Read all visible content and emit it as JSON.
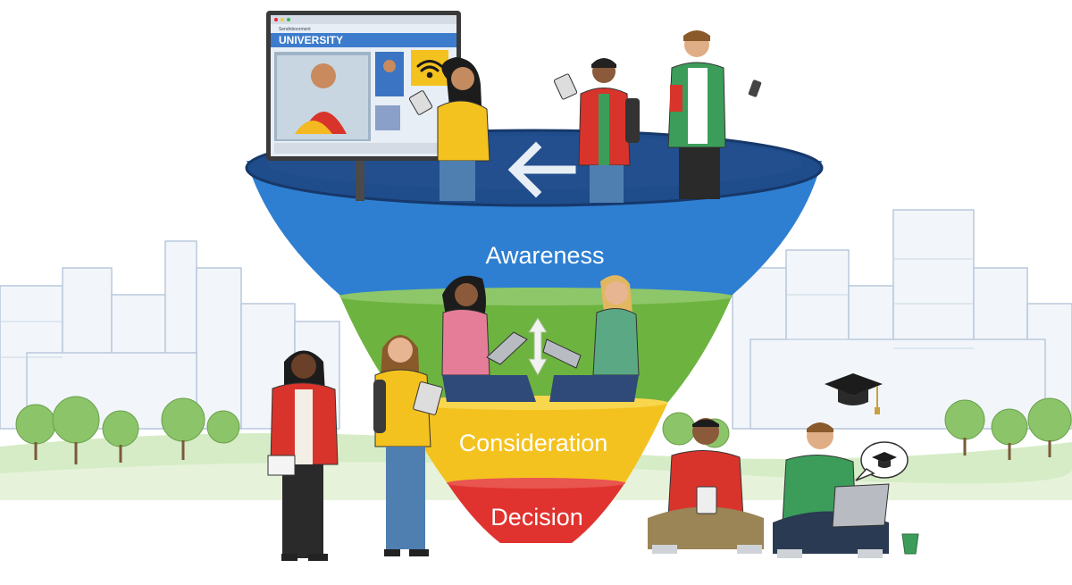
{
  "funnel": {
    "stages": [
      {
        "label": "Awareness",
        "color": "#2e7fd1"
      },
      {
        "label": "Consideration",
        "color": "#f4c21f"
      },
      {
        "label": "Decision",
        "color": "#e0332f"
      }
    ],
    "consideration_band_color": "#6db33f",
    "rim_color": "#1f4c8a"
  },
  "billboard": {
    "title": "UNIVERSITY",
    "url_text": "Sendnboorment"
  },
  "icons": [
    "wifi-icon",
    "left-arrow-icon",
    "vertical-arrows-icon",
    "graduation-cap-icon",
    "speech-bubble-icon"
  ]
}
